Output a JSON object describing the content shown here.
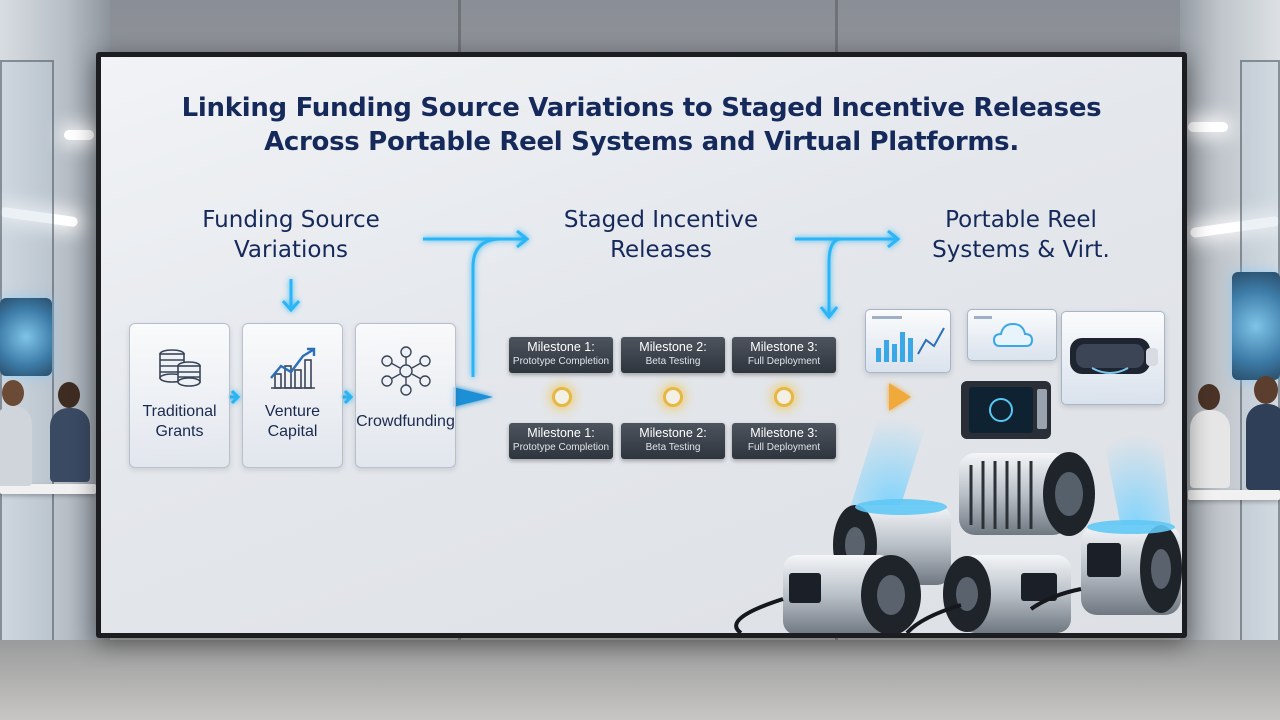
{
  "title_line1": "Linking Funding Source Variations to Staged Incentive Releases",
  "title_line2": "Across Portable Reel Systems and Virtual Platforms.",
  "columns": {
    "funding": {
      "line1": "Funding Source",
      "line2": "Variations"
    },
    "incentive": {
      "line1": "Staged Incentive",
      "line2": "Releases"
    },
    "systems": {
      "line1": "Portable Reel",
      "line2": "Systems & Virt."
    }
  },
  "sources": [
    {
      "line1": "Traditional",
      "line2": "Grants",
      "icon": "coin-stack-icon"
    },
    {
      "line1": "Venture",
      "line2": "Capital",
      "icon": "growth-chart-icon"
    },
    {
      "line1": "Crowdfunding",
      "line2": "",
      "icon": "people-network-icon"
    }
  ],
  "milestones_top": [
    {
      "name": "Milestone 1:",
      "desc": "Prototype Completion"
    },
    {
      "name": "Milestone 2:",
      "desc": "Beta Testing"
    },
    {
      "name": "Milestone 3:",
      "desc": "Full Deployment"
    }
  ],
  "milestones_bottom": [
    {
      "name": "Milestone 1:",
      "desc": "Prototype Completion"
    },
    {
      "name": "Milestone 2:",
      "desc": "Beta Testing"
    },
    {
      "name": "Milestone 3:",
      "desc": "Full Deployment"
    }
  ],
  "colors": {
    "title": "#15295a",
    "flow_blue": "#29b6f6",
    "flow_gold": "#e7b744",
    "milestone_bg": "#3a4049"
  }
}
